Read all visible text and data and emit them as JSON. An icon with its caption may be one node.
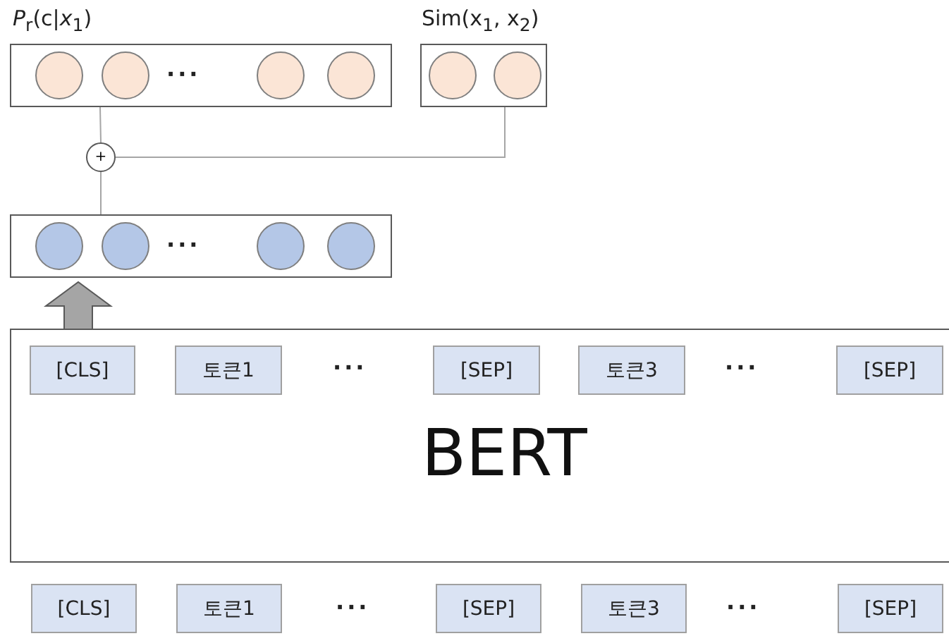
{
  "diagram": {
    "nodes": [
      {
        "text": [
          "*P*$_{r}$(c|*x*$_{1}$)"
        ]
      },
      {
        "text": [
          "Sim(x$_{1}$, x$_{2}$)"
        ]
      },
      {
        "text": [
          "+"
        ]
      },
      {
        "text": [],
        "shape": "box"
      },
      {
        "text": [
          "BERT"
        ]
      },
      {
        "text": [
          "[CLS]"
        ],
        "in": 4
      },
      {
        "text": [
          "토큰1"
        ],
        "in": 4
      },
      {
        "text": [
          "[SEP]"
        ],
        "in": 4
      },
      {
        "text": [
          "토큰3"
        ],
        "in": 4
      },
      {
        "text": [
          "[SEP]"
        ],
        "in": 4
      },
      {
        "text": [
          "[CLS]"
        ]
      },
      {
        "text": [
          "토큰1"
        ]
      },
      {
        "text": [
          "[SEP]"
        ]
      },
      {
        "text": [
          "토큰3"
        ]
      },
      {
        "text": [
          "[SEP]"
        ]
      }
    ],
    "edges": [
      {
        "from": 0,
        "to": 2,
        "arrow": "none"
      },
      {
        "from": 1,
        "to": 2,
        "arrow": "none"
      },
      {
        "from": 2,
        "to": 3,
        "arrow": "none"
      },
      {
        "from": 5,
        "to": 3,
        "arrow": "to",
        "style": "thick",
        "color": "#a5a5a5"
      }
    ],
    "labels": [
      "···",
      "···",
      "···",
      "···",
      "···",
      "···"
    ]
  }
}
